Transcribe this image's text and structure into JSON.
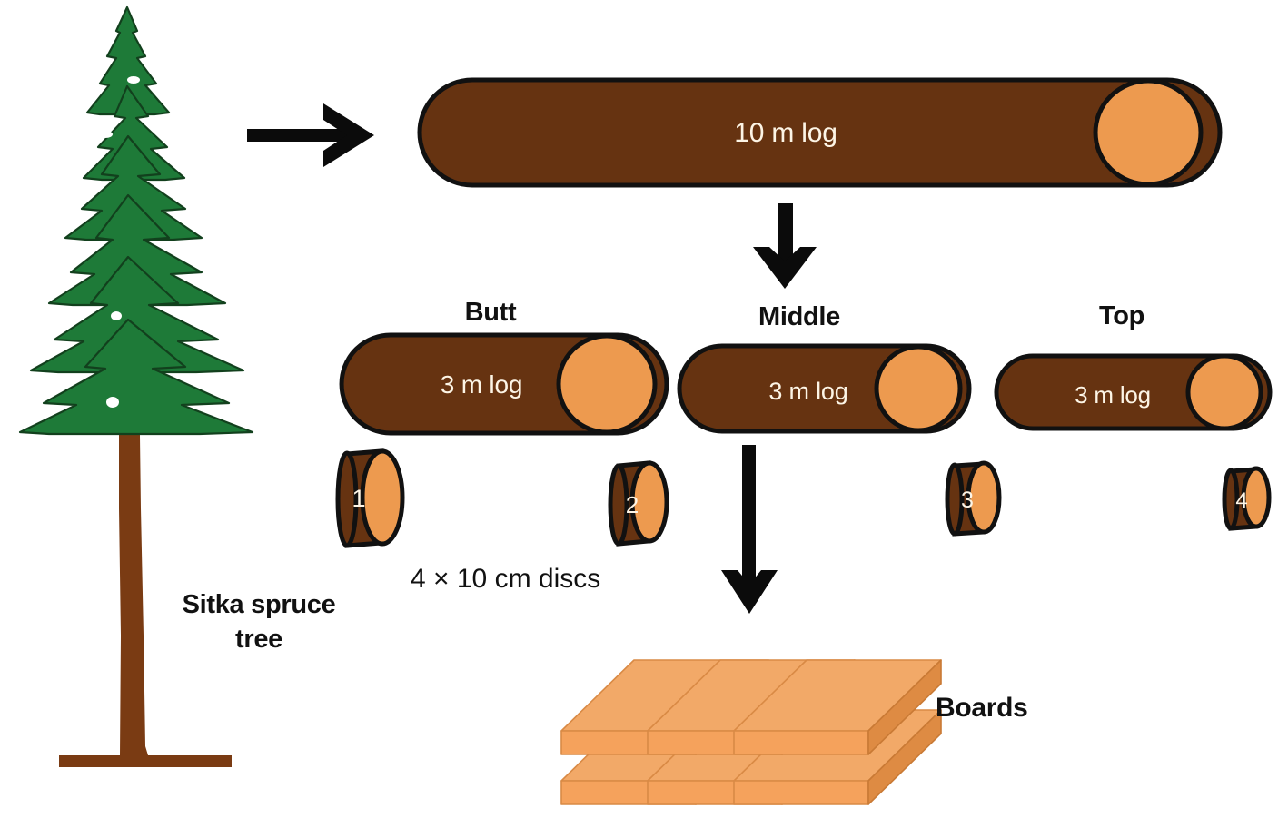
{
  "figure": {
    "title": "Sitka spruce tree processing diagram",
    "background_color": "#ffffff"
  },
  "colors": {
    "foliage_green": "#1E7A38",
    "foliage_outline": "#0F3F1C",
    "trunk_brown": "#7A3B13",
    "bark_brown": "#663311",
    "end_cap_orange": "#ED9A4F",
    "board_top": "#F2A968",
    "board_side": "#E8954C",
    "board_edge_dark": "#D4803A",
    "outline_black": "#111111",
    "text_on_log": "#FDF5E6",
    "text_black": "#111111"
  },
  "tree": {
    "label": "Sitka spruce\ntree",
    "label_line1": "Sitka spruce",
    "label_line2": "tree",
    "species": "Sitka spruce"
  },
  "whole_log": {
    "label": "10 m log",
    "length_m": 10
  },
  "sections": [
    {
      "position_label": "Butt",
      "log_label": "3 m log",
      "length_m": 3
    },
    {
      "position_label": "Middle",
      "log_label": "3 m log",
      "length_m": 3
    },
    {
      "position_label": "Top",
      "log_label": "3 m log",
      "length_m": 3
    }
  ],
  "discs": {
    "caption": "4 × 10 cm discs",
    "count": 4,
    "thickness_cm": 10,
    "items": [
      {
        "number": "1"
      },
      {
        "number": "2"
      },
      {
        "number": "3"
      },
      {
        "number": "4"
      }
    ]
  },
  "boards": {
    "label": "Boards",
    "count": 6,
    "rows": 2,
    "per_row": 3
  },
  "arrows": [
    {
      "name": "tree-to-log",
      "direction": "right"
    },
    {
      "name": "log-to-sections",
      "direction": "down"
    },
    {
      "name": "middle-section-to-boards",
      "direction": "down"
    }
  ]
}
